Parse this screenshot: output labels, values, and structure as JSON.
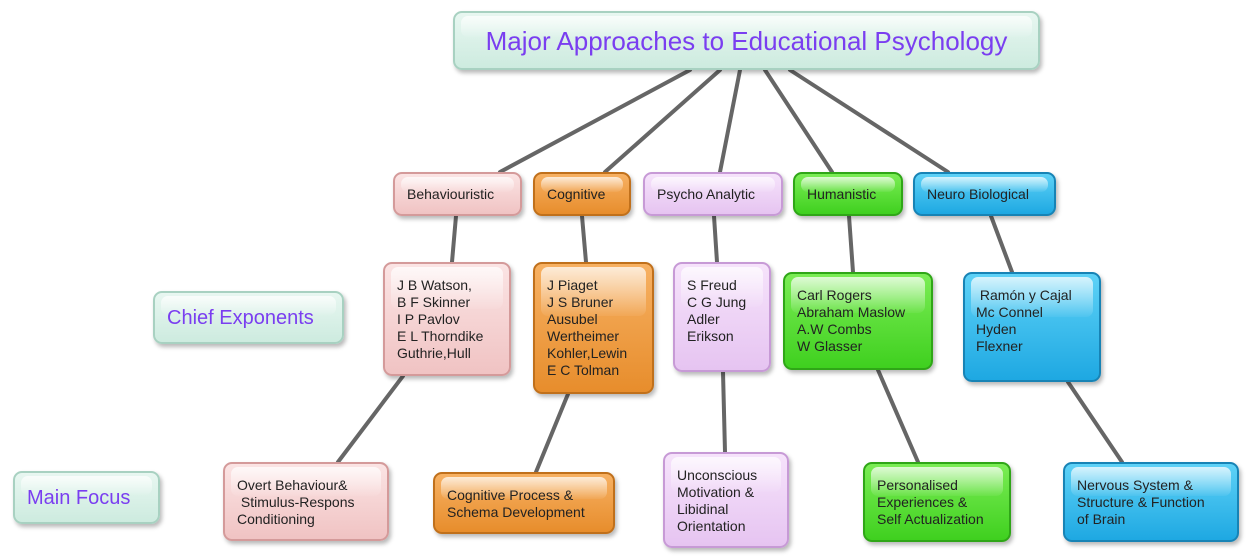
{
  "title": "Major Approaches to Educational Psychology",
  "row_labels": {
    "chief_exponents": "Chief Exponents",
    "main_focus": "Main Focus"
  },
  "approaches": [
    {
      "name": "Behaviouristic",
      "exponents": "J B Watson,\nB F Skinner\nI P Pavlov\nE L Thorndike\nGuthrie,Hull",
      "focus": "Overt Behaviour&\n Stimulus-Respons\nConditioning",
      "color": "#f0c3c3"
    },
    {
      "name": "Cognitive",
      "exponents": "J Piaget\nJ S Bruner\nAusubel\nWertheimer\nKohler,Lewin\nE C Tolman",
      "focus": "Cognitive Process &\nSchema Development",
      "color": "#e78d2c"
    },
    {
      "name": "Psycho Analytic",
      "exponents": "S Freud\nC G Jung\nAdler\nErikson",
      "focus": "Unconscious\nMotivation &\nLibidinal\nOrientation",
      "color": "#e6c4f1"
    },
    {
      "name": "Humanistic",
      "exponents": "Carl Rogers\nAbraham Maslow\nA.W Combs\nW Glasser",
      "focus": "Personalised\nExperiences &\nSelf Actualization",
      "color": "#3fd01f"
    },
    {
      "name": "Neuro Biological",
      "exponents": " Ramón y Cajal\nMc Connel\nHyden\nFlexner",
      "focus": "Nervous System &\nStructure & Function\nof Brain",
      "color": "#1ea8e2"
    }
  ]
}
